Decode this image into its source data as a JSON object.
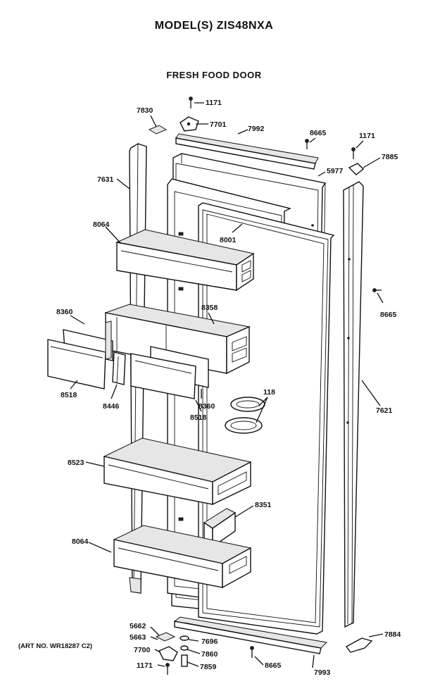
{
  "header": {
    "model_title": "MODEL(S) ZIS48NXA",
    "section_title": "FRESH FOOD DOOR"
  },
  "footer": {
    "art_number": "(ART NO. WR18287 C2)"
  },
  "callouts": {
    "c1171a": "1171",
    "c7830": "7830",
    "c7701": "7701",
    "c7992": "7992",
    "c8665a": "8665",
    "c1171b": "1171",
    "c7885": "7885",
    "c5977": "5977",
    "c7631": "7631",
    "c8064a": "8064",
    "c8001": "8001",
    "c8665b": "8665",
    "c8360a": "8360",
    "c8358": "8358",
    "c8518a": "8518",
    "c8446": "8446",
    "c8360b": "8360",
    "c8518b": "8518",
    "c118": "118",
    "c7621": "7621",
    "c8523": "8523",
    "c8351": "8351",
    "c8064b": "8064",
    "c5662": "5662",
    "c5663": "5663",
    "c7700": "7700",
    "c1171c": "1171",
    "c7696": "7696",
    "c7860": "7860",
    "c7859": "7859",
    "c8665c": "8665",
    "c7993": "7993",
    "c7884": "7884"
  }
}
